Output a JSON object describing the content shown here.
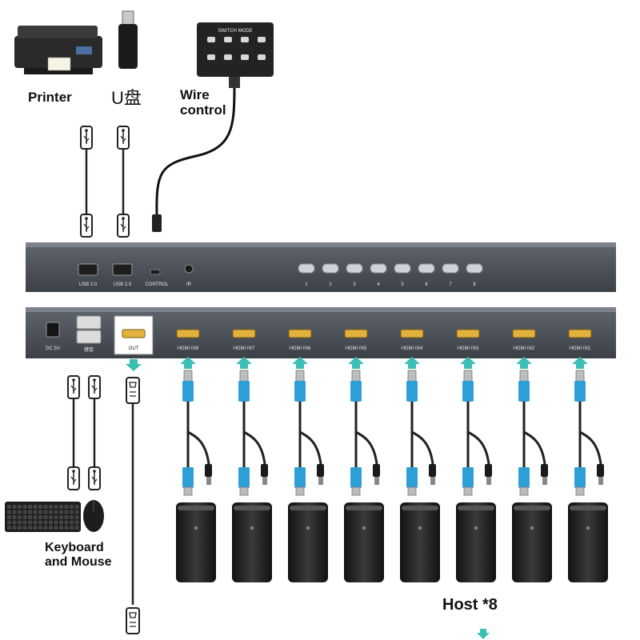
{
  "labels": {
    "printer": "Printer",
    "udisk": "U盘",
    "wire_control_line1": "Wire",
    "wire_control_line2": "control",
    "keyboard_line1": "Keyboard",
    "keyboard_line2": "and Mouse",
    "host": "Host *8"
  },
  "front_panel": {
    "usb1": "USB 2.0",
    "usb2": "USB 2.0",
    "control": "CONTROL",
    "ir": "IR",
    "buttons": [
      "1",
      "2",
      "3",
      "4",
      "5",
      "6",
      "7",
      "8"
    ]
  },
  "back_panel": {
    "power": "DC 5V",
    "usb_kb": "键鼠",
    "out": "OUT",
    "inputs": [
      "HDMI IN8",
      "HDMI IN7",
      "HDMI IN6",
      "HDMI IN5",
      "HDMI IN4",
      "HDMI IN3",
      "HDMI IN2",
      "HDMI IN1"
    ]
  },
  "colors": {
    "panel": "#4a4f57",
    "panel_dark": "#2e3238",
    "cable_blue": "#2e9fd6",
    "arrow_teal": "#3bbfb4",
    "hdmi_gold": "#e2b23c"
  },
  "icons": [
    "printer-icon",
    "usb-drive-icon",
    "wire-control-remote-icon",
    "keyboard-icon",
    "mouse-icon",
    "host-pc-icon",
    "usb-connector-icon",
    "hdmi-connector-icon"
  ]
}
